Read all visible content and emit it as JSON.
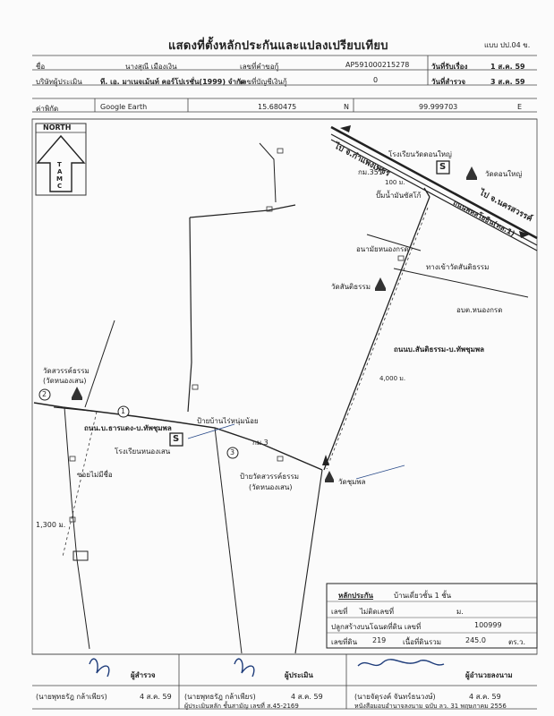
{
  "form": {
    "title": "แสดงที่ตั้งหลักประกันและแปลงเปรียบเทียบ",
    "form_code": "แบบ ปป.04 ข."
  },
  "header": {
    "owner_label": "ชื่อ",
    "owner_value": "นางสุณี เมืองเงิน",
    "request_no_label": "เลขที่คำขอกู้",
    "request_no_value": "AP591000215278",
    "receive_date_label": "วันที่รับเรื่อง",
    "receive_date_value": "1 ส.ค. 59",
    "appraiser_label": "บริษัทผู้ประเมิน",
    "appraiser_value": "ที. เอ. มาเนจเม้นท์ คอร์โปเรชั่น(1999) จำกัด",
    "account_label": "เลขที่บัญชีเงินกู้",
    "account_value": "0",
    "survey_date_label": "วันที่สำรวจ",
    "survey_date_value": "3 ส.ค. 59"
  },
  "coords": {
    "label": "ค่าพิกัด",
    "source": "Google Earth",
    "north_value": "15.680475",
    "north_unit": "N",
    "east_value": "99.999703",
    "east_unit": "E"
  },
  "north_arrow": {
    "label": "NORTH",
    "letters": [
      "T",
      "A",
      "M",
      "C"
    ]
  },
  "map": {
    "road_kamphaeng": "ไป จ.กำแพงเพชร",
    "road_nakhon": "ไป จ.นครสวรรค์",
    "highway": "ถนนพหลโยธิน(ทล.1)",
    "school_nongyai": "โรงเรียนวัดดอนใหญ่",
    "wat_donyai": "วัดดอนใหญ่",
    "km351": "กม.351",
    "dist_100": "100 ม.",
    "gas_station": "ปั๊มน้ำมันซัสโก้",
    "sanitation": "อนามัยหนองกรด",
    "wat_santitham": "วัดสันติธรรม",
    "entrance": "ทางเข้าวัดสันติธรรม",
    "district_office": "อบต.หนองกรด",
    "road_santitham": "ถนนบ.สันติธรรม-บ.ทัพชุมพล",
    "dist_4000": "4,000 ม.",
    "wat_sawan": "วัดสวรรค์ธรรม",
    "wat_sawan_sub": "(วัดหนองเสน)",
    "road_bang": "ถนน.บ.ธารแดง-บ.ทัพชุมพล",
    "bus_stop": "ป้ายบ้านไร่หนุ่มน้อย",
    "school_nongsen": "โรงเรียนหนองเสน",
    "km3": "กม.3",
    "sign_wat": "ป้ายวัดสวรรค์ธรรม",
    "sign_wat_sub": "(วัดหนองเสน)",
    "wat_thapchumphon": "วัดชุมพล",
    "soi": "ซอยไม่มีชื่อ",
    "dist_1300": "1,300 ม.",
    "marker1": "1",
    "marker2": "2",
    "marker3": "3",
    "school_marker": "S"
  },
  "collateral": {
    "title": "หลักประกัน",
    "title_value": "บ้านเดี่ยวชั้น 1 ชั้น",
    "no_label": "เลขที่",
    "no_value": "ไม่ติดเลขที่",
    "moo_label": "ม.",
    "land_label": "ปลูกสร้างบนโฉนดที่ดิน เลขที่",
    "land_value": "100999",
    "parcel_label": "เลขที่ดิน",
    "parcel_value": "219",
    "area_label": "เนื้อที่ดินรวม",
    "area_value": "245.0",
    "area_unit": "ตร.ว."
  },
  "signatures": {
    "surveyor_role": "ผู้สำรวจ",
    "surveyor_name": "(นายพุทธรัฎ กล้าเพียร)",
    "surveyor_date": "4 ส.ค. 59",
    "appraiser_role": "ผู้ประเมิน",
    "appraiser_name": "(นายพุทธรัฎ กล้าเพียร)",
    "appraiser_date": "4 ส.ค. 59",
    "appraiser_note": "ผู้ประเมินหลัก ชั้นสามัญ เลขที่ ส.45-2169",
    "authority_role": "ผู้อำนวยลงนาม",
    "authority_name": "(นายจัดุรงค์ จันทร์ธนวงษ์)",
    "authority_date": "4 ส.ค. 59",
    "authority_note": "หนังสือมอบอำนาจลงนาม ฉบับ ลว. 31 พฤษภาคม 2556"
  }
}
